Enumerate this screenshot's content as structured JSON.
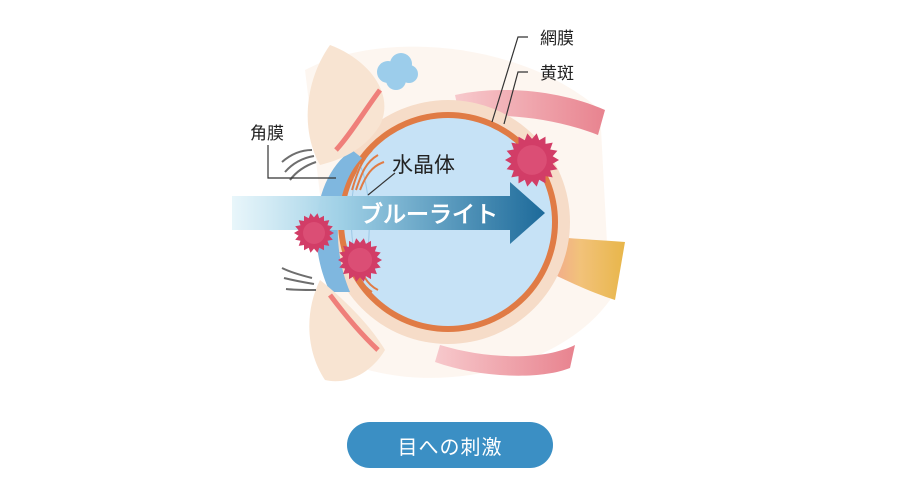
{
  "labels": {
    "retina": "網膜",
    "macula": "黄斑",
    "cornea": "角膜",
    "lens": "水晶体",
    "blue_light": "ブルーライト"
  },
  "caption": "目への刺激",
  "colors": {
    "eyeball_fill": "#c6e2f6",
    "retina_ring": "#e07b45",
    "sclera": "#f6dcc8",
    "stimulus_burst": "#d23d67",
    "arrow_dark": "#1d6a9a",
    "caption_bg": "#3b8fc4",
    "optic_nerve": "#e8b64a"
  }
}
